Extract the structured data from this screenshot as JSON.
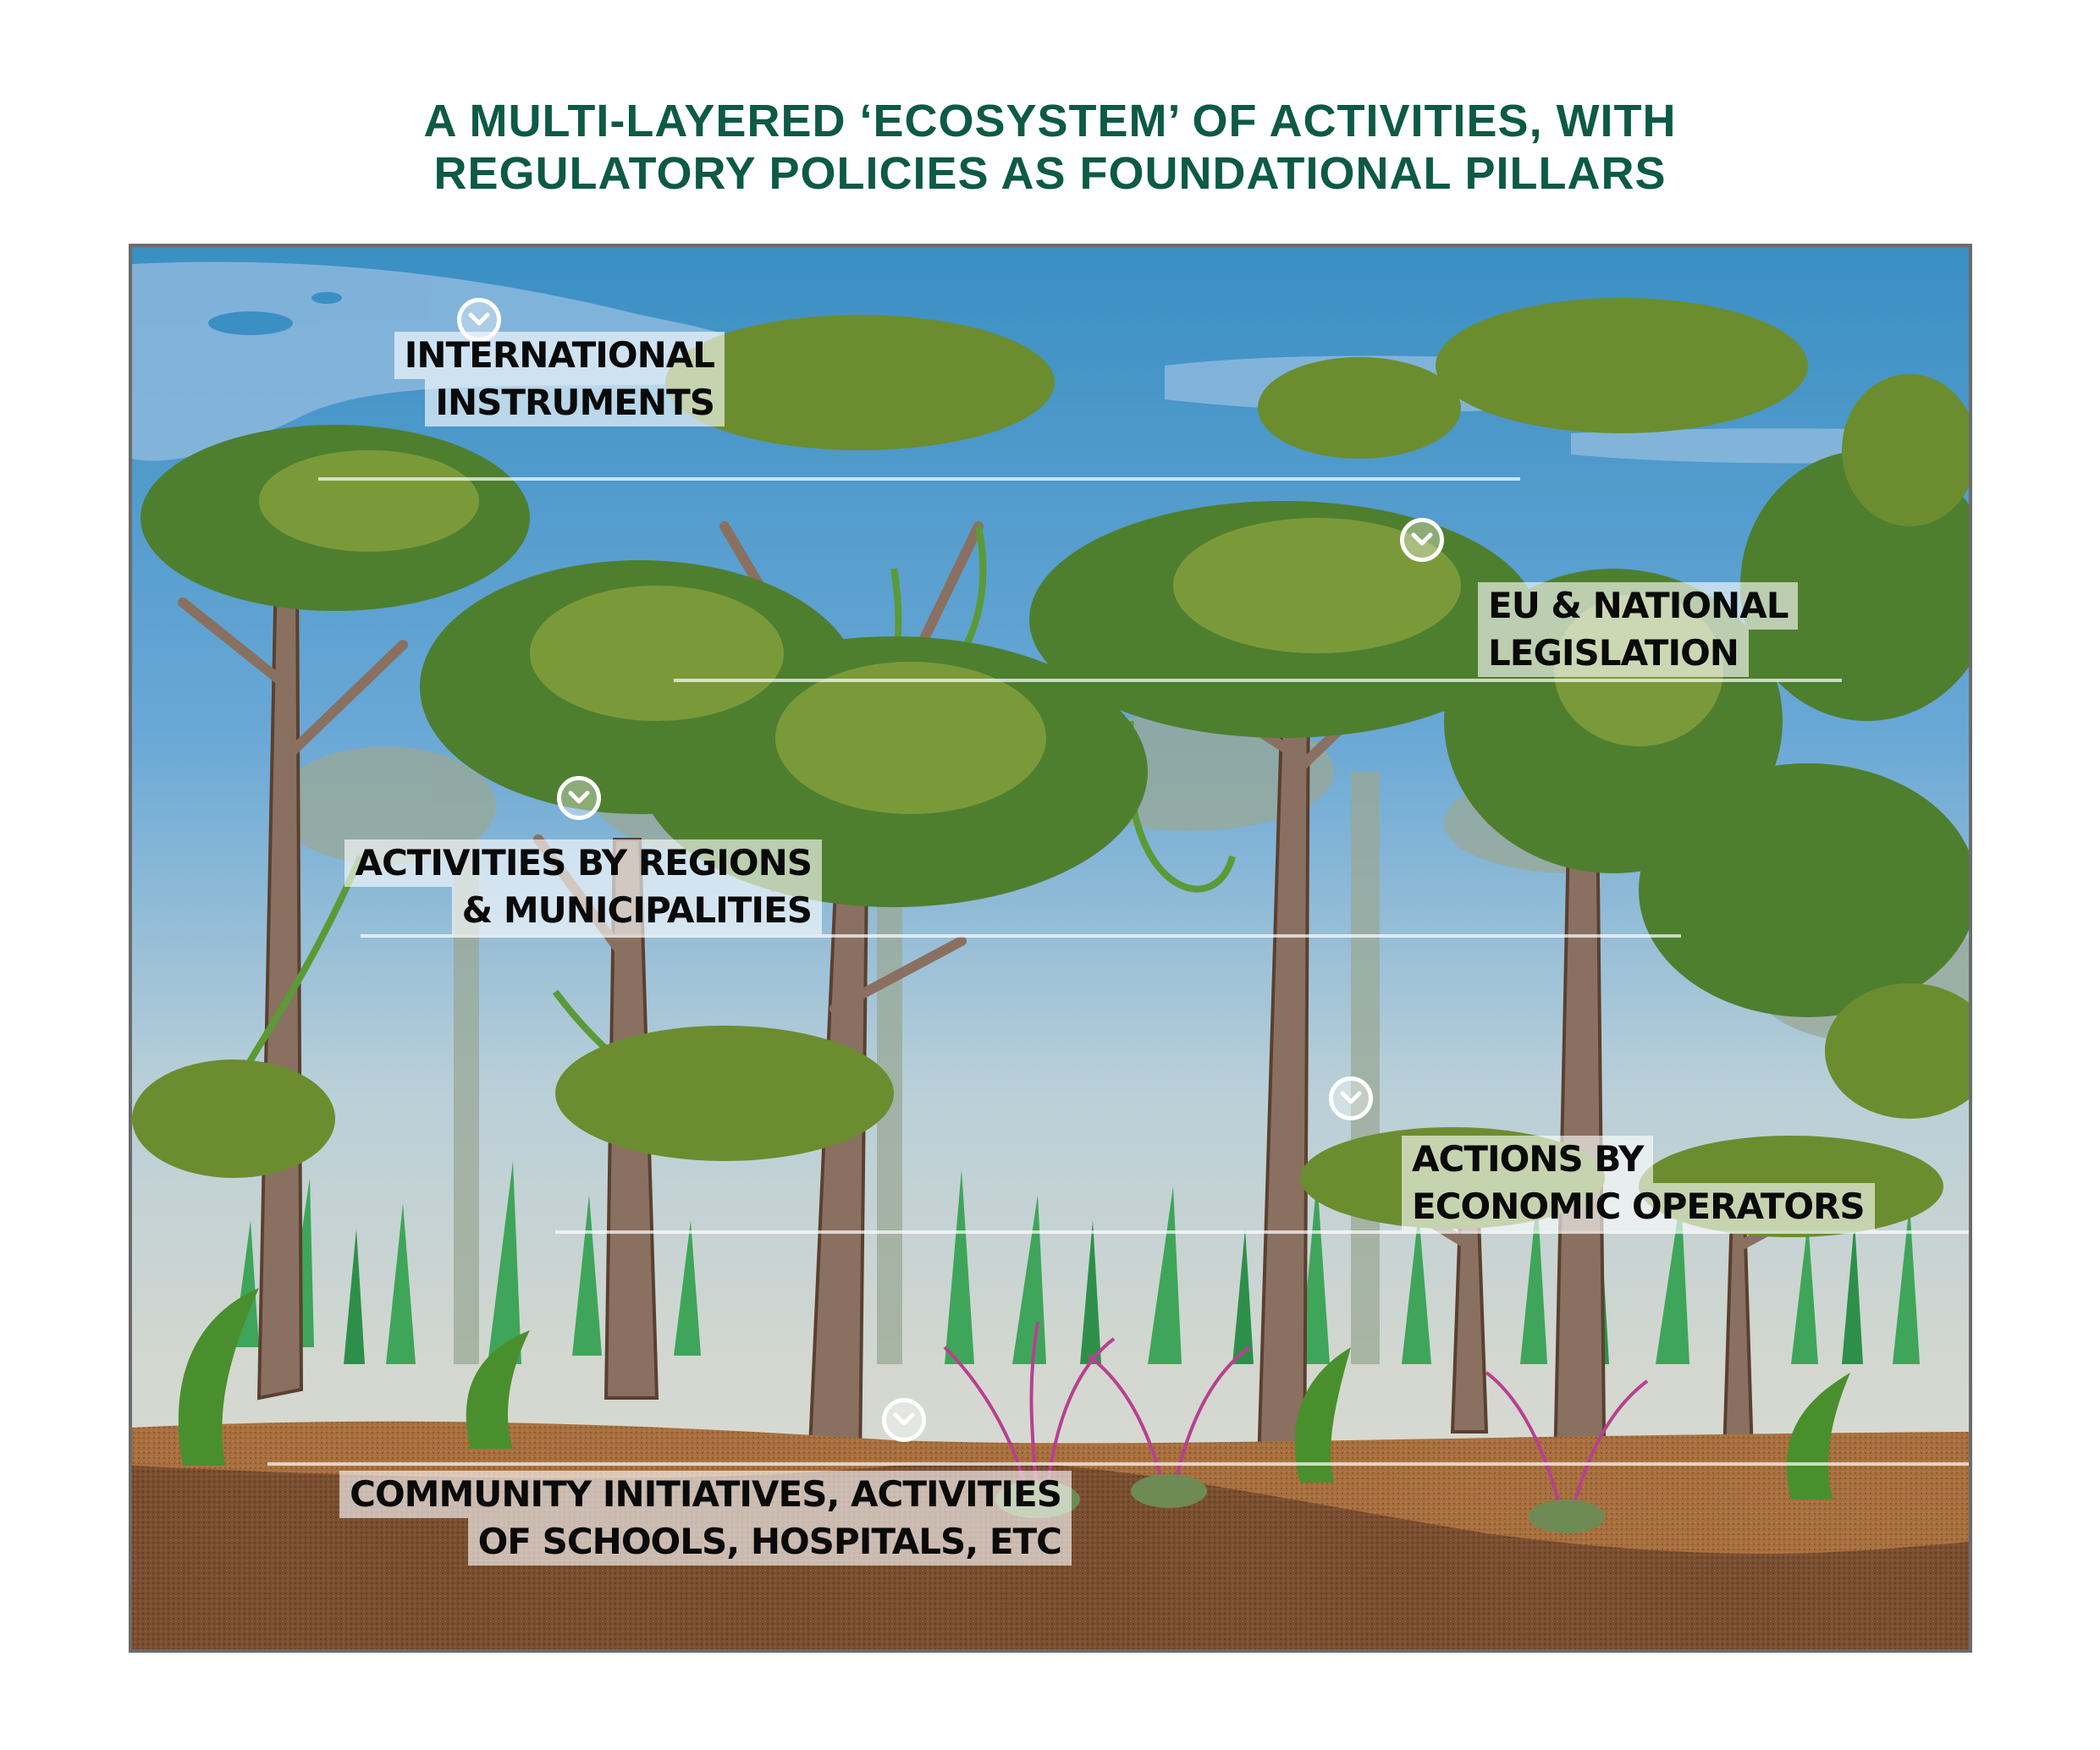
{
  "title": {
    "line1": "A MULTI-LAYERED ‘ECOSYSTEM’ OF ACTIVITIES, WITH",
    "line2": "REGULATORY POLICIES AS FOUNDATIONAL PILLARS"
  },
  "colors": {
    "title": "#0d5a45",
    "sky_top": "#3a8fc3",
    "sky_light": "#7fb0d6",
    "haze": "#cdd3cc",
    "foliage_dark": "#4a7a30",
    "foliage_light": "#7a9a3a",
    "trunk": "#8a7060",
    "soil": "#7a4e30",
    "grass": "#4caf60",
    "pink_grass": "#b8408f",
    "frame": "#6b6b6b"
  },
  "layers": [
    {
      "id": "international",
      "lines": [
        "INTERNATIONAL",
        "INSTRUMENTS"
      ],
      "icon": "chevron-down-icon"
    },
    {
      "id": "eu-national",
      "lines": [
        "EU & NATIONAL",
        "LEGISLATION"
      ],
      "icon": "chevron-down-icon"
    },
    {
      "id": "regions",
      "lines": [
        "ACTIVITIES BY REGIONS",
        "& MUNICIPALITIES"
      ],
      "icon": "chevron-down-icon"
    },
    {
      "id": "economic",
      "lines": [
        "ACTIONS BY",
        "ECONOMIC OPERATORS"
      ],
      "icon": "chevron-down-icon"
    },
    {
      "id": "community",
      "lines": [
        "COMMUNITY INITIATIVES,  ACTIVITIES",
        "OF SCHOOLS,  HOSPITALS, ETC"
      ],
      "icon": "chevron-down-icon"
    }
  ]
}
